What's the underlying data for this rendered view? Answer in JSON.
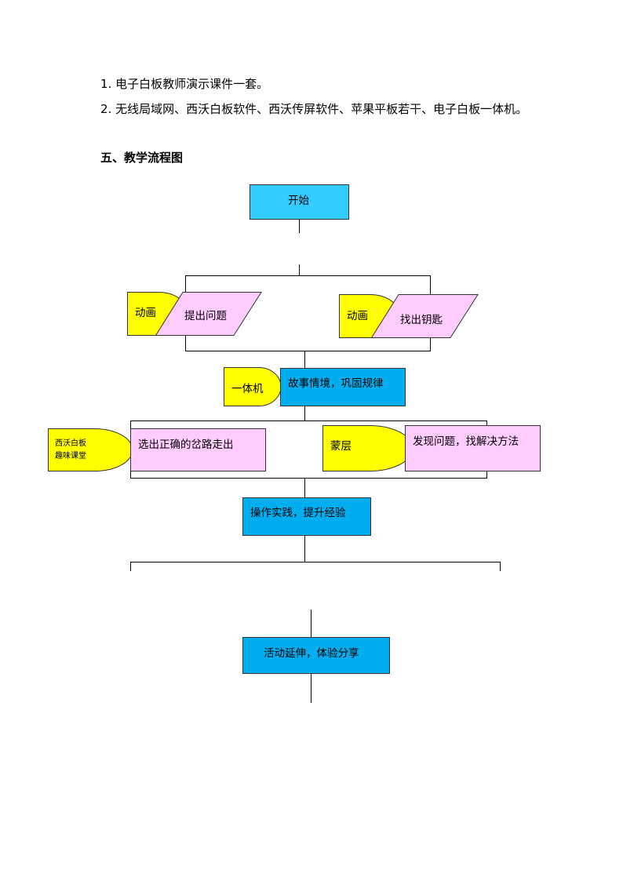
{
  "materials": [
    "1. 电子白板教师演示课件一套。",
    "2. 无线局域网、西沃白板软件、西沃传屏软件、苹果平板若干、电子白板一体机。"
  ],
  "section_heading": "五、教学流程图",
  "flowchart": {
    "start": "开始",
    "left_media": "动画",
    "left_step": "提出问题",
    "right_media": "动画",
    "right_step": "找出钥匙",
    "device": "一体机",
    "story": "故事情境，巩固规律",
    "left_tool_line1": "西沃白板",
    "left_tool_line2": "趣味课堂",
    "left_task": "选出正确的岔路走出",
    "right_tool": "蒙层",
    "right_task": "发现问题，找解决方法",
    "practice": "操作实践，提升经验",
    "extend": "活动延伸，体验分享"
  },
  "colors": {
    "start_fill": "#33ccff",
    "process_fill": "#00aeef",
    "step_fill": "#ffccff",
    "media_fill": "#ffff00"
  }
}
